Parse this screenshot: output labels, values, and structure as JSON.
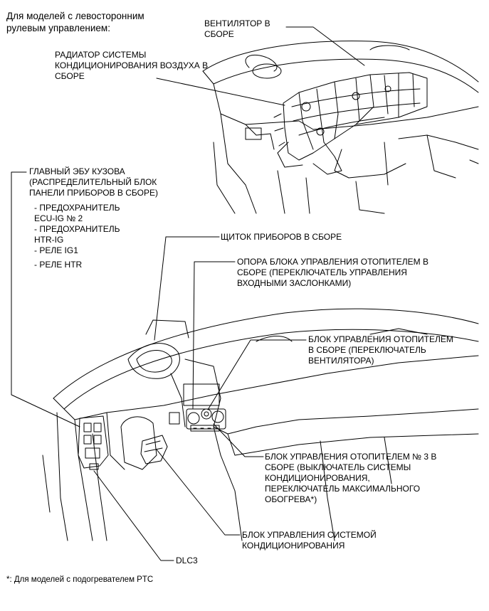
{
  "header": {
    "line1": "Для моделей с левосторонним",
    "line2": "рулевым управлением:"
  },
  "labels": {
    "fan": [
      "ВЕНТИЛЯТОР В",
      "СБОРЕ"
    ],
    "evaporator": [
      "РАДИАТОР СИСТЕМЫ",
      "КОНДИЦИОНИРОВАНИЯ ВОЗДУХА В",
      "СБОРЕ"
    ],
    "main_body_ecu": [
      "ГЛАВНЫЙ ЭБУ КУЗОВА",
      "(РАСПРЕДЕЛИТЕЛЬНЫЙ БЛОК",
      "ПАНЕЛИ ПРИБОРОВ В СБОРЕ)"
    ],
    "ecu_items": [
      "- ПРЕДОХРАНИТЕЛЬ",
      "ECU-IG № 2",
      "- ПРЕДОХРАНИТЕЛЬ",
      "HTR-IG",
      "- РЕЛЕ IG1",
      "- РЕЛЕ HTR"
    ],
    "meter": [
      "ЩИТОК ПРИБОРОВ В СБОРЕ"
    ],
    "heater_support": [
      "ОПОРА БЛОКА УПРАВЛЕНИЯ ОТОПИТЕЛЕМ В",
      "СБОРЕ (ПЕРЕКЛЮЧАТЕЛЬ УПРАВЛЕНИЯ",
      "ВХОДНЫМИ ЗАСЛОНКАМИ)"
    ],
    "heater_control": [
      "БЛОК УПРАВЛЕНИЯ ОТОПИТЕЛЕМ",
      "В СБОРЕ (ПЕРЕКЛЮЧАТЕЛЬ",
      "ВЕНТИЛЯТОРА)"
    ],
    "heater_control_3": [
      "БЛОК УПРАВЛЕНИЯ ОТОПИТЕЛЕМ № 3 В",
      "СБОРЕ (ВЫКЛЮЧАТЕЛЬ СИСТЕМЫ",
      "КОНДИЦИОНИРОВАНИЯ,",
      "ПЕРЕКЛЮЧАТЕЛЬ МАКСИМАЛЬНОГО",
      "ОБОГРЕВА*)"
    ],
    "ac_amplifier": [
      "БЛОК УПРАВЛЕНИЯ СИСТЕМОЙ",
      "КОНДИЦИОНИРОВАНИЯ"
    ],
    "dlc3": [
      "DLC3"
    ]
  },
  "footnote": "*: Для моделей с подогревателем PTC"
}
